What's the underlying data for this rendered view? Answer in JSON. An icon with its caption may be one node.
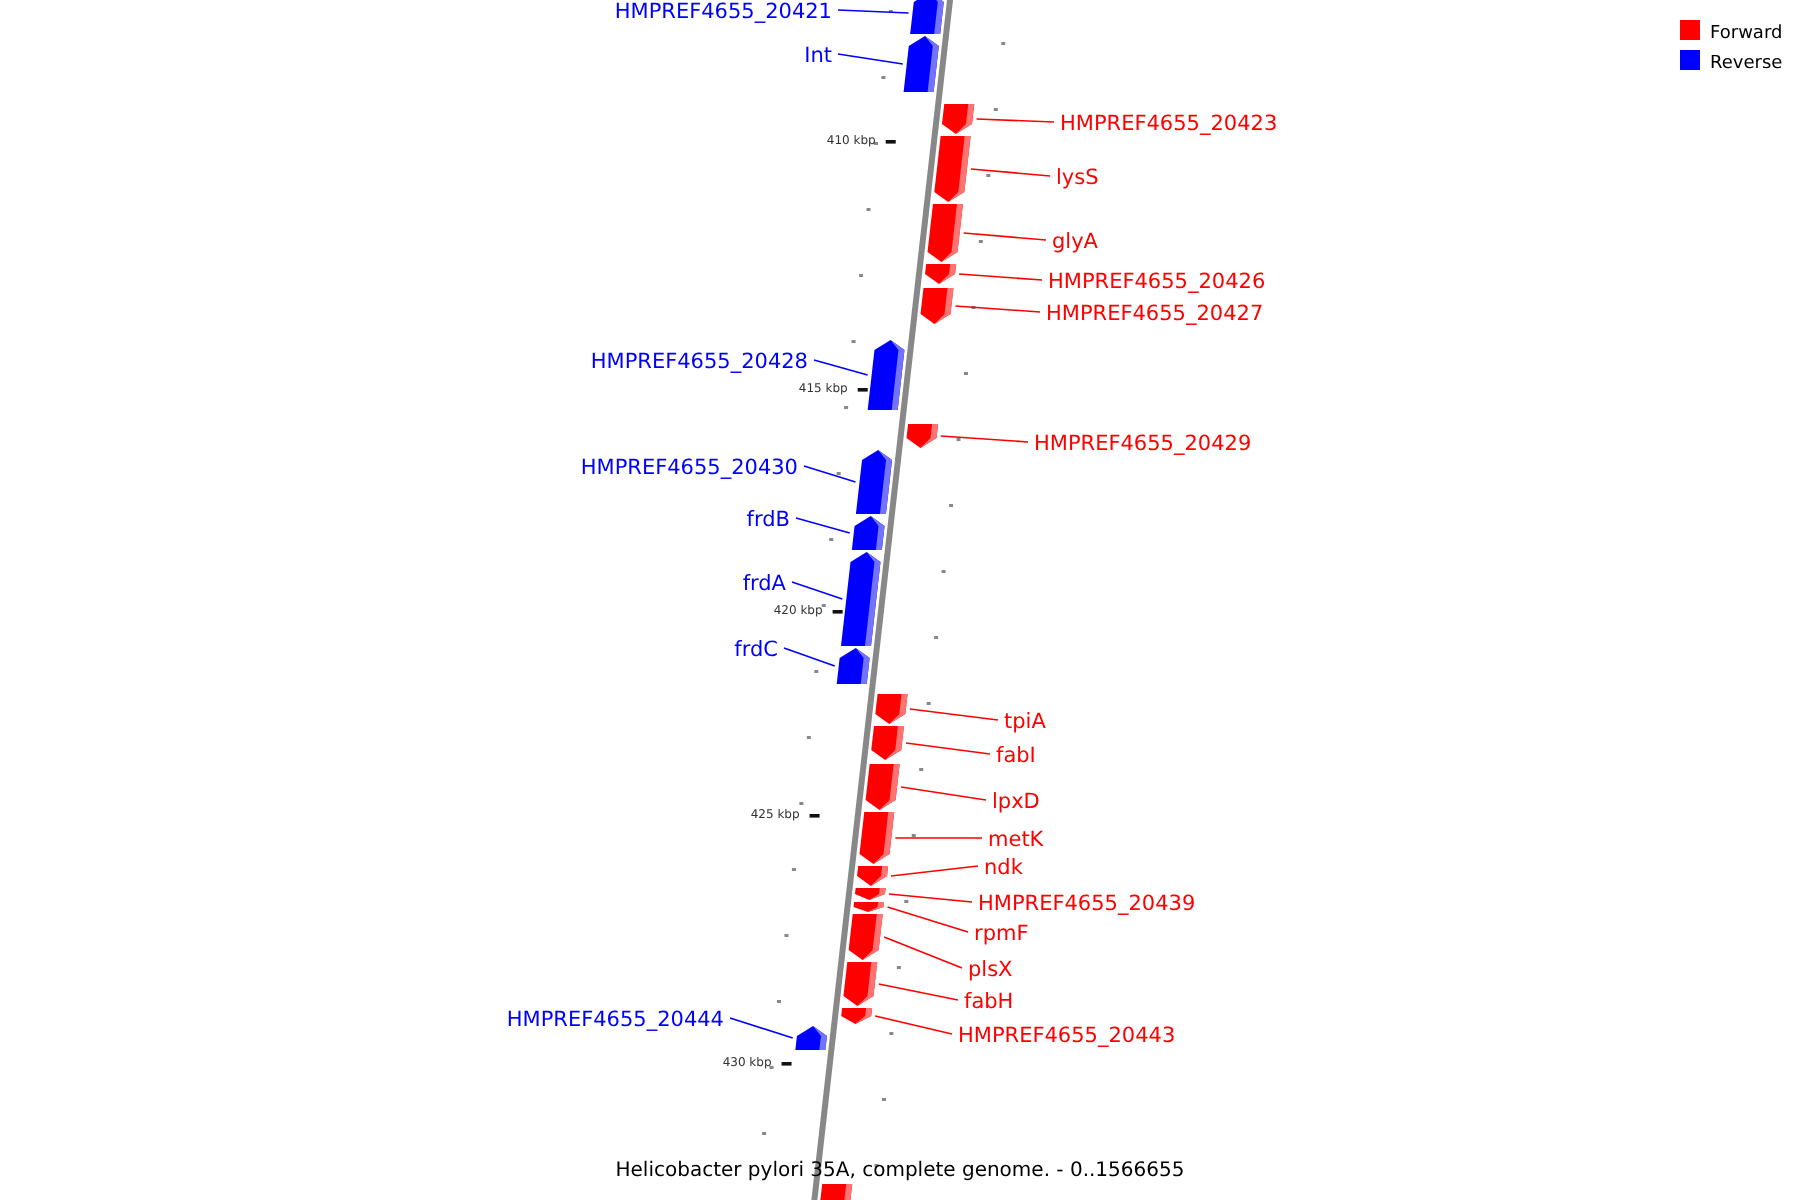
{
  "diagram": {
    "caption": "Helicobacter pylori 35A, complete genome. - 0..1566655",
    "nodes": [
      {
        "text": [
          "HMPREF4655_20421"
        ]
      },
      {
        "text": [],
        "shape": "bar"
      },
      {
        "text": [
          "Int"
        ]
      },
      {
        "text": [],
        "shape": "bar"
      },
      {
        "text": [
          "HMPREF4655_20423"
        ]
      },
      {
        "text": [],
        "shape": "bar"
      },
      {
        "text": [
          "lysS"
        ]
      },
      {
        "text": [],
        "shape": "bar"
      },
      {
        "text": [
          "glyA"
        ]
      },
      {
        "text": [],
        "shape": "bar"
      },
      {
        "text": [
          "HMPREF4655_20426"
        ]
      },
      {
        "text": [],
        "shape": "bar"
      },
      {
        "text": [
          "HMPREF4655_20427"
        ]
      },
      {
        "text": [],
        "shape": "bar"
      },
      {
        "text": [
          "HMPREF4655_20428"
        ]
      },
      {
        "text": [],
        "shape": "bar"
      },
      {
        "text": [
          "HMPREF4655_20429"
        ]
      },
      {
        "text": [],
        "shape": "bar"
      },
      {
        "text": [
          "HMPREF4655_20430"
        ]
      },
      {
        "text": [],
        "shape": "bar"
      },
      {
        "text": [
          "frdB"
        ]
      },
      {
        "text": [],
        "shape": "bar"
      },
      {
        "text": [
          "frdA"
        ]
      },
      {
        "text": [],
        "shape": "bar"
      },
      {
        "text": [
          "frdC"
        ]
      },
      {
        "text": [],
        "shape": "bar"
      },
      {
        "text": [
          "tpiA"
        ]
      },
      {
        "text": [],
        "shape": "bar"
      },
      {
        "text": [
          "fabI"
        ]
      },
      {
        "text": [],
        "shape": "bar"
      },
      {
        "text": [
          "lpxD"
        ]
      },
      {
        "text": [],
        "shape": "bar"
      },
      {
        "text": [
          "metK"
        ]
      },
      {
        "text": [],
        "shape": "bar"
      },
      {
        "text": [
          "ndk"
        ]
      },
      {
        "text": [],
        "shape": "bar"
      },
      {
        "text": [
          "HMPREF4655_20439"
        ]
      },
      {
        "text": [],
        "shape": "bar"
      },
      {
        "text": [
          "rpmF"
        ]
      },
      {
        "text": [],
        "shape": "bar"
      },
      {
        "text": [
          "plsX"
        ]
      },
      {
        "text": [],
        "shape": "bar"
      },
      {
        "text": [
          "fabH"
        ]
      },
      {
        "text": [],
        "shape": "bar"
      },
      {
        "text": [
          "HMPREF4655_20443"
        ]
      },
      {
        "text": [],
        "shape": "bar"
      },
      {
        "text": [
          "HMPREF4655_20444"
        ]
      },
      {
        "text": [],
        "shape": "bar"
      },
      {
        "text": [],
        "shape": "bar"
      }
    ],
    "edges": [
      {
        "from": 0,
        "to": 1,
        "arrow": "none",
        "color": "#0000ff"
      },
      {
        "from": 2,
        "to": 3,
        "arrow": "none",
        "color": "#0000ff"
      },
      {
        "from": 4,
        "to": 5,
        "arrow": "none"
      },
      {
        "from": 6,
        "to": 7,
        "arrow": "none"
      },
      {
        "from": 8,
        "to": 9,
        "arrow": "none"
      },
      {
        "from": 10,
        "to": 11,
        "arrow": "none"
      },
      {
        "from": 12,
        "to": 13,
        "arrow": "none"
      },
      {
        "from": 14,
        "to": 15,
        "arrow": "none",
        "color": "#0000ff"
      },
      {
        "from": 16,
        "to": 17,
        "arrow": "none"
      },
      {
        "from": 18,
        "to": 19,
        "arrow": "none",
        "color": "#0000ff"
      },
      {
        "from": 20,
        "to": 21,
        "arrow": "none",
        "color": "#0000ff"
      },
      {
        "from": 22,
        "to": 23,
        "arrow": "none",
        "color": "#0000ff"
      },
      {
        "from": 24,
        "to": 25,
        "arrow": "none",
        "color": "#0000ff"
      },
      {
        "from": 26,
        "to": 27,
        "arrow": "none"
      },
      {
        "from": 28,
        "to": 29,
        "arrow": "none"
      },
      {
        "from": 30,
        "to": 31,
        "arrow": "none"
      },
      {
        "from": 32,
        "to": 33,
        "arrow": "none"
      },
      {
        "from": 34,
        "to": 35,
        "arrow": "none"
      },
      {
        "from": 36,
        "to": 37,
        "arrow": "none"
      },
      {
        "from": 38,
        "to": 39,
        "arrow": "none"
      },
      {
        "from": 40,
        "to": 41,
        "arrow": "none"
      },
      {
        "from": 42,
        "to": 43,
        "arrow": "none"
      },
      {
        "from": 44,
        "to": 45,
        "arrow": "none"
      },
      {
        "from": 46,
        "to": 47,
        "arrow": "none",
        "color": "#0000ff"
      }
    ],
    "labels": [
      "410 kbp",
      "415 kbp",
      "420 kbp",
      "425 kbp",
      "430 kbp"
    ],
    "legend": [
      {
        "text": "Forward",
        "color": "#ff0000"
      },
      {
        "text": "Reverse",
        "color": "#0000ff"
      }
    ]
  }
}
